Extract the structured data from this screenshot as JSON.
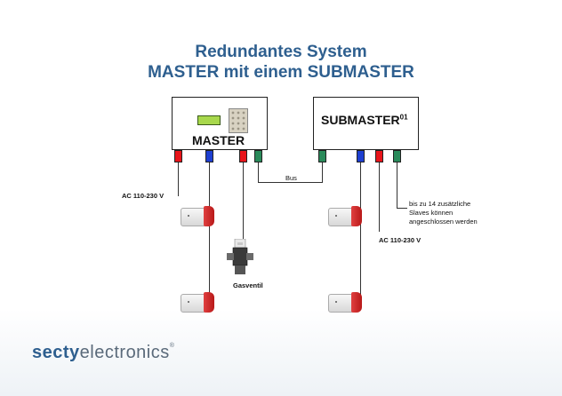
{
  "title": {
    "line1": "Redundantes System",
    "line2": "MASTER mit einem SUBMASTER"
  },
  "master": {
    "label": "MASTER"
  },
  "submaster": {
    "label": "SUBMASTER",
    "superscript": "01"
  },
  "labels": {
    "bus": "Bus",
    "ac_left": "AC 110-230 V",
    "ac_right": "AC 110-230 V",
    "gas_valve": "Gasventil",
    "slaves_note": [
      "bis zu 14 zusätzliche",
      "Slaves können",
      "angeschlossen werden"
    ]
  },
  "brand": {
    "part1": "secty",
    "part2": "electronics",
    "mark": "®"
  },
  "colors": {
    "title": "#2e5f8f",
    "red": "#e8141a",
    "blue": "#1e3fd1",
    "green": "#2a8a5a"
  }
}
